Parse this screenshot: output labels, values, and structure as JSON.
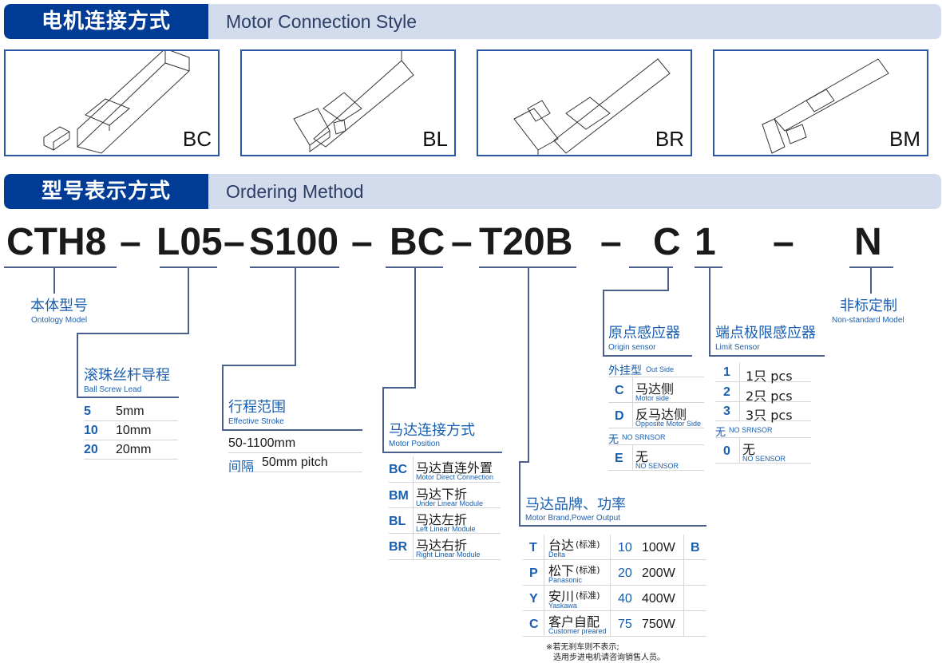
{
  "section1": {
    "title_cn": "电机连接方式",
    "title_en": "Motor Connection Style"
  },
  "connection_styles": [
    {
      "label": "BC"
    },
    {
      "label": "BL"
    },
    {
      "label": "BR"
    },
    {
      "label": "BM"
    }
  ],
  "section2": {
    "title_cn": "型号表示方式",
    "title_en": "Ordering Method"
  },
  "model_code": {
    "series": "CTH8",
    "lead": "L05",
    "stroke": "S100",
    "connection": "BC",
    "motor": "T20B",
    "origin": "C",
    "limit": "1",
    "custom": "N",
    "dash": "–"
  },
  "ontology": {
    "cn": "本体型号",
    "en": "Ontology Model"
  },
  "ball_screw_lead": {
    "cn": "滚珠丝杆导程",
    "en": "Ball Screw Lead",
    "rows": [
      {
        "code": "5",
        "value": "5mm"
      },
      {
        "code": "10",
        "value": "10mm"
      },
      {
        "code": "20",
        "value": "20mm"
      }
    ]
  },
  "effective_stroke": {
    "cn": "行程范围",
    "en": "Effective Stroke",
    "range": "50-1100mm",
    "pitch_cn": "间隔",
    "pitch": "50mm pitch"
  },
  "motor_position": {
    "cn": "马达连接方式",
    "en": "Motor Position",
    "rows": [
      {
        "code": "BC",
        "cn": "马达直连外置",
        "en": "Motor Direct Connection"
      },
      {
        "code": "BM",
        "cn": "马达下折",
        "en": "Under Linear Module"
      },
      {
        "code": "BL",
        "cn": "马达左折",
        "en": "Left Linear Module"
      },
      {
        "code": "BR",
        "cn": "马达右折",
        "en": "Right Linear Module"
      }
    ]
  },
  "motor_brand": {
    "cn": "马达品牌、功率",
    "en": "Motor Brand,Power Output",
    "brake_code": "B",
    "rows": [
      {
        "code": "T",
        "cn": "台达",
        "std": "(标准)",
        "en": "Delta",
        "pcode": "10",
        "power": "100W"
      },
      {
        "code": "P",
        "cn": "松下",
        "std": "(标准)",
        "en": "Panasonic",
        "pcode": "20",
        "power": "200W"
      },
      {
        "code": "Y",
        "cn": "安川",
        "std": "(标准)",
        "en": "Yaskawa",
        "pcode": "40",
        "power": "400W"
      },
      {
        "code": "C",
        "cn": "客户自配",
        "std": "",
        "en": "Customer preared",
        "pcode": "75",
        "power": "750W"
      }
    ],
    "note1": "※若无刹车则不表示;",
    "note2": "选用步进电机请咨询销售人员。"
  },
  "origin_sensor": {
    "cn": "原点感应器",
    "en": "Origin sensor",
    "group1_cn": "外挂型",
    "group1_en": "Out Side",
    "rows1": [
      {
        "code": "C",
        "cn": "马达侧",
        "en": "Motor side"
      },
      {
        "code": "D",
        "cn": "反马达侧",
        "en": "Opposite Motor Side"
      }
    ],
    "group2_cn": "无",
    "group2_en": "NO SRNSOR",
    "rows2": [
      {
        "code": "E",
        "cn": "无",
        "en": "NO SENSOR"
      }
    ]
  },
  "limit_sensor": {
    "cn": "端点极限感应器",
    "en": "Limit Sensor",
    "rows1": [
      {
        "code": "1",
        "value": "1只 pcs"
      },
      {
        "code": "2",
        "value": "2只 pcs"
      },
      {
        "code": "3",
        "value": "3只 pcs"
      }
    ],
    "group2_cn": "无",
    "group2_en": "NO SRNSOR",
    "rows2": [
      {
        "code": "0",
        "cn": "无",
        "en": "NO SENSOR"
      }
    ]
  },
  "non_standard": {
    "cn": "非标定制",
    "en": "Non-standard Model"
  }
}
